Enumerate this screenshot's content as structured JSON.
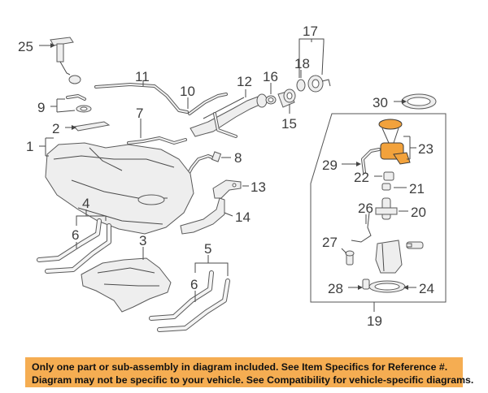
{
  "diagram": {
    "callouts": [
      "25",
      "17",
      "18",
      "11",
      "10",
      "12",
      "16",
      "9",
      "7",
      "15",
      "30",
      "1",
      "2",
      "8",
      "29",
      "23",
      "22",
      "21",
      "13",
      "4",
      "14",
      "26",
      "20",
      "6",
      "3",
      "27",
      "5",
      "6",
      "28",
      "24",
      "19"
    ],
    "highlight_color": "#f2a23c"
  },
  "banner": {
    "line1": "Only one part or sub-assembly in diagram included. See Item Specifics for Reference #.",
    "line2": "Diagram may not be specific to your vehicle. See Compatibility for vehicle-specific diagrams.",
    "background": "#f5ad52"
  }
}
